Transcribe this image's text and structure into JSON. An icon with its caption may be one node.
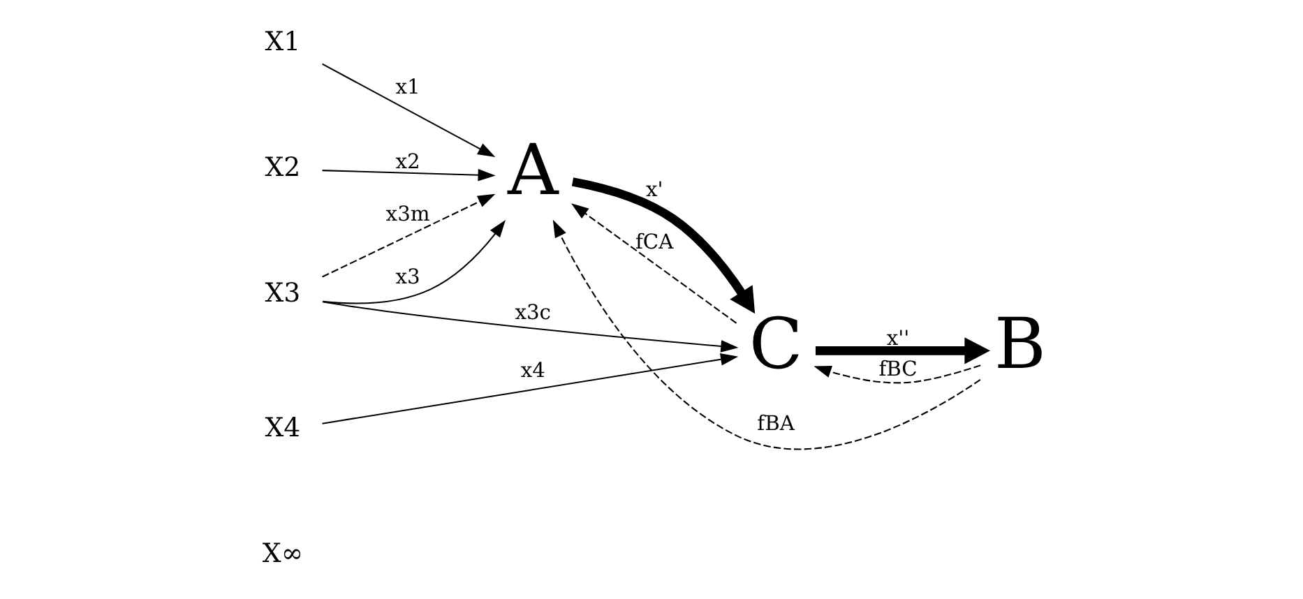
{
  "diagram": {
    "nodes": [
      {
        "text": [
          "X1"
        ]
      },
      {
        "text": [
          "X2"
        ]
      },
      {
        "text": [
          "X3"
        ]
      },
      {
        "text": [
          "X4"
        ]
      },
      {
        "text": [
          "X∞"
        ]
      },
      {
        "text": [
          "A"
        ]
      },
      {
        "text": [
          "C"
        ]
      },
      {
        "text": [
          "B"
        ]
      }
    ],
    "edges": [
      {
        "from": 0,
        "to": 5,
        "arrow": "to",
        "label": "x1"
      },
      {
        "from": 1,
        "to": 5,
        "arrow": "to",
        "label": "x2"
      },
      {
        "from": 2,
        "to": 5,
        "arrow": "to",
        "label": "x3"
      },
      {
        "from": 2,
        "to": 5,
        "arrow": "to",
        "label": "x3m",
        "style": "dashed"
      },
      {
        "from": 2,
        "to": 6,
        "arrow": "to",
        "label": "x3c"
      },
      {
        "from": 3,
        "to": 6,
        "arrow": "to",
        "label": "x4"
      },
      {
        "from": 5,
        "to": 6,
        "arrow": "to",
        "label": "x'",
        "style": "thick"
      },
      {
        "from": 6,
        "to": 7,
        "arrow": "to",
        "label": "x''",
        "style": "thick"
      },
      {
        "from": 6,
        "to": 5,
        "arrow": "to",
        "label": "fCA",
        "style": "dashed"
      },
      {
        "from": 7,
        "to": 5,
        "arrow": "to",
        "label": "fBA",
        "style": "dashed"
      },
      {
        "from": 7,
        "to": 6,
        "arrow": "to",
        "label": "fBC",
        "style": "dashed"
      }
    ]
  }
}
